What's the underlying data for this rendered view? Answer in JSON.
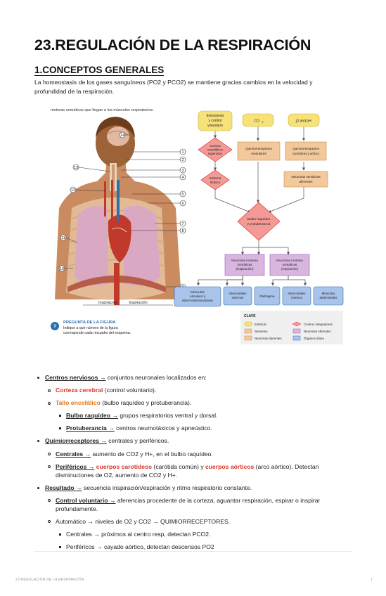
{
  "document": {
    "title": "23.REGULACIÓN DE LA RESPIRACIÓN",
    "section": "1.CONCEPTOS GENERALES",
    "intro": "La homeostasis de los gases sanguíneos (PO2 y PCO2) se mantiene gracias cambios en la velocidad y profundidad de la respiración.",
    "footer_title": "23.REGULACIÓN DE LA RESPIRACIÓN",
    "page_number": "1"
  },
  "figure": {
    "caption_top": "motoras somáticas que llegan a los músculos respiratorios.",
    "question_title": "PREGUNTA DE LA FIGURA",
    "question_text_1": "Indique a qué número de la figura",
    "question_text_2": "corresponde cada recuadro del esquema.",
    "inspiration": "Inspiración",
    "expiration": "Espiración",
    "numbers": [
      "1",
      "2",
      "3",
      "4",
      "5",
      "6",
      "7",
      "8",
      "9",
      "10",
      "11",
      "12",
      "13",
      "14"
    ],
    "nodes": {
      "emociones": [
        "Emociones",
        "y control",
        "voluntario"
      ],
      "co2": "CO",
      "o2ph": "O  and pH",
      "centros_enc": [
        "Centros",
        "encefálicos",
        "superiores"
      ],
      "quimio_med": [
        "Quimiorreceptores",
        "medulares"
      ],
      "quimio_car": [
        "Quimiorreceptores",
        "carotídeos y aórtico"
      ],
      "sistema": [
        "Sistema",
        "límbico"
      ],
      "neuronas_sens": [
        "Neuronas sensitivas",
        "aferentes"
      ],
      "bulbo": [
        "Bulbo raquídeo",
        "y protuberancia"
      ],
      "mot_insp": [
        "Neuronas motoras",
        "somáticas",
        "(inspiración)"
      ],
      "mot_esp": [
        "Neuronas motoras",
        "somáticas",
        "(espiración)"
      ],
      "musculos_esc": [
        "Músculos",
        "escaleno y",
        "esternocleidomastoideo"
      ],
      "intercost_ext": [
        "Intercostales",
        "externos"
      ],
      "diafragma": "Diafragma",
      "intercost_int": [
        "Intercostales",
        "internos"
      ],
      "musc_abd": [
        "Músculos",
        "abdominales"
      ]
    },
    "legend": {
      "title": "CLAVE",
      "items": [
        "Estímulo",
        "Sensores",
        "Neuronas aferentes",
        "Centros integradores",
        "Neuronas eferentes",
        "Órganos diana"
      ]
    }
  },
  "colors": {
    "stimulus": "#f7e27a",
    "sensor": "#f3c99b",
    "integrating": "#f39a96",
    "efferent": "#d8b6e0",
    "target": "#a8c4ea",
    "red_text": "#d9322b",
    "orange_text": "#e07b1a"
  },
  "list": {
    "centros_label": "Centros nerviosos →",
    "centros_text": " conjuntos neuronales localizados en:",
    "corteza_label": "Corteza cerebral",
    "corteza_text": " (control voluntario).",
    "tallo_label": "Tallo encefálico",
    "tallo_text": " (bulbo raquídeo y protuberancia).",
    "bulbo_label": "Bulbo raquídeo →",
    "bulbo_text": " grupos respiratorios ventral y dorsal.",
    "protub_label": "Protuberancia →",
    "protub_text": " centros neumotáxicos y apneústico.",
    "quimio_label": "Quimiorreceptores →",
    "quimio_text": " centrales y periféricos.",
    "centrales_label": "Centrales →",
    "centrales_text": " aumento de CO2 y H+, en el bulbo raquídeo.",
    "perif_label": "Periféricos →",
    "perif_red1": " cuerpos carotídeos",
    "perif_mid": " (carótida común) y ",
    "perif_red2": "cuerpos aórticos",
    "perif_text": " (arco aórtico). Detectan disminuciones de O2, aumento de CO2 y H+.",
    "resultado_label": "Resultado →",
    "resultado_text": " secuencia inspiración/espiración y ritmo respiratorio constante.",
    "control_label": "Control voluntario →",
    "control_text": " aferencias procedente de la corteza, aguantar respiración, espirar o inspirar profundamente.",
    "auto_text": "Automático → niveles de O2 y CO2 → QUIMIORRECEPTORES.",
    "centrales2_text": "Centrales → próximos al centro resp, detectan PCO2.",
    "perif2_text": "Periféricos → cayado aórtico, detectan descensos PO2"
  }
}
